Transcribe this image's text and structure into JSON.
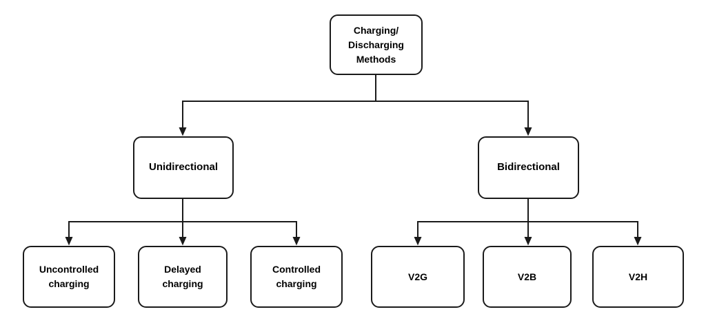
{
  "diagram": {
    "type": "flowchart-tree",
    "colors": {
      "line": "#1a1a1a",
      "node_border": "#1a1a1a",
      "node_fill": "#ffffff",
      "text": "#000000",
      "background": "#ffffff"
    },
    "nodes": {
      "root": {
        "label": "Charging/\nDischarging\nMethods"
      },
      "unidirectional": {
        "label": "Unidirectional"
      },
      "bidirectional": {
        "label": "Bidirectional"
      },
      "uncontrolled": {
        "label": "Uncontrolled\ncharging"
      },
      "delayed": {
        "label": "Delayed\ncharging"
      },
      "controlled": {
        "label": "Controlled\ncharging"
      },
      "v2g": {
        "label": "V2G"
      },
      "v2b": {
        "label": "V2B"
      },
      "v2h": {
        "label": "V2H"
      }
    },
    "edges": [
      {
        "from": "root",
        "to": "unidirectional"
      },
      {
        "from": "root",
        "to": "bidirectional"
      },
      {
        "from": "unidirectional",
        "to": "uncontrolled"
      },
      {
        "from": "unidirectional",
        "to": "delayed"
      },
      {
        "from": "unidirectional",
        "to": "controlled"
      },
      {
        "from": "bidirectional",
        "to": "v2g"
      },
      {
        "from": "bidirectional",
        "to": "v2b"
      },
      {
        "from": "bidirectional",
        "to": "v2h"
      }
    ]
  }
}
